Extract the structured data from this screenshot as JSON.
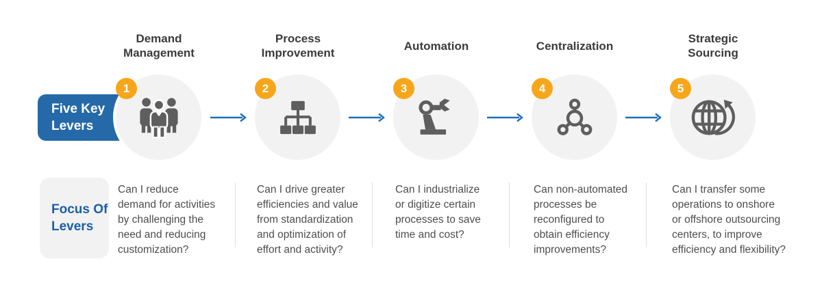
{
  "colors": {
    "circle_bg": "#F2F2F2",
    "icon_gray": "#5E5E5E",
    "badge_orange": "#F7A61B",
    "lever_blue": "#2569A9",
    "focus_blue": "#1B5EA9",
    "arrow_blue": "#1E6FB9",
    "title_color": "#3B3B3B",
    "body_color": "#4D4D4D",
    "divider": "#DEDEDE"
  },
  "left_labels": {
    "five_key": "Five Key\nLevers",
    "focus": "Focus Of\nLevers"
  },
  "levers": [
    {
      "number": "1",
      "title": "Demand\nManagement",
      "icon": "people-icon",
      "question": "Can I reduce\ndemand for activities\nby challenging the\nneed and reducing\ncustomization?"
    },
    {
      "number": "2",
      "title": "Process\nImprovement",
      "icon": "org-chart-icon",
      "question": "Can I drive greater\nefficiencies and value\nfrom standardization\nand optimization of\neffort and activity?"
    },
    {
      "number": "3",
      "title": "Automation",
      "icon": "robot-arm-icon",
      "question": "Can I industrialize\nor digitize certain\nprocesses to save\ntime and cost?"
    },
    {
      "number": "4",
      "title": "Centralization",
      "icon": "network-icon",
      "question": "Can non-automated\nprocesses be\nreconfigured to\nobtain efficiency\nimprovements?"
    },
    {
      "number": "5",
      "title": "Strategic\nSourcing",
      "icon": "globe-arrow-icon",
      "question": "Can I transfer some\noperations to onshore\nor offshore outsourcing\ncenters, to improve\nefficiency and flexibility?"
    }
  ]
}
